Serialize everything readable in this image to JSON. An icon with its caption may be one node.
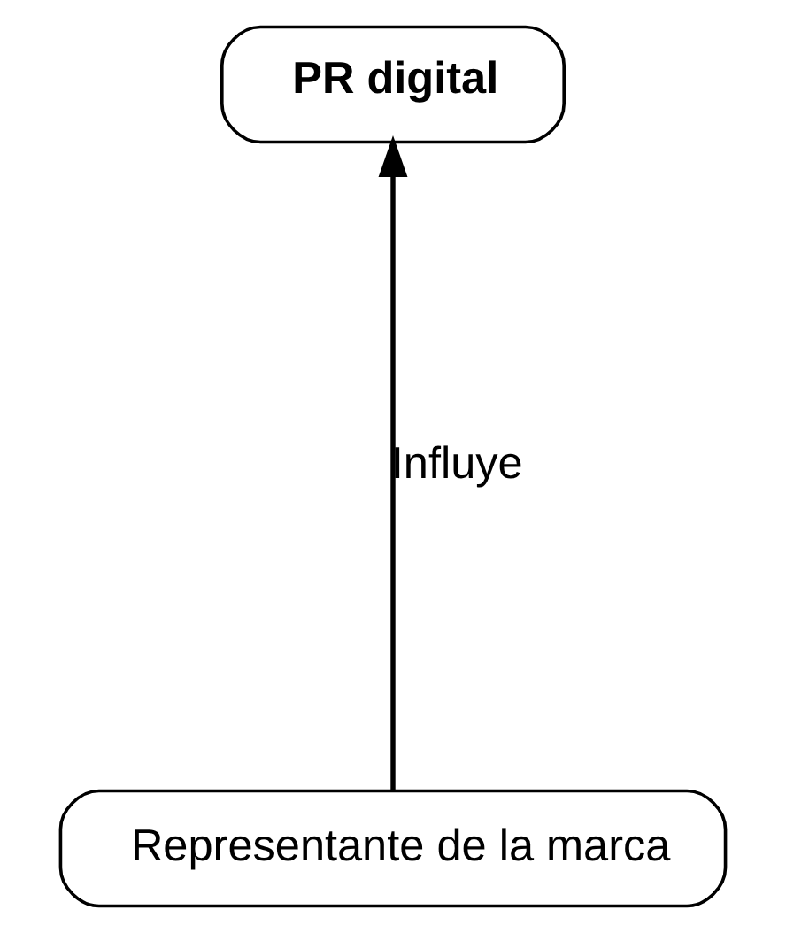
{
  "diagram": {
    "nodes": [
      {
        "text": [
          "PR digital"
        ]
      },
      {
        "text": [
          "Representante de la marca"
        ]
      }
    ],
    "edges": [
      {
        "from": 1,
        "to": 0,
        "arrow": "to",
        "label": "Influye"
      }
    ]
  }
}
